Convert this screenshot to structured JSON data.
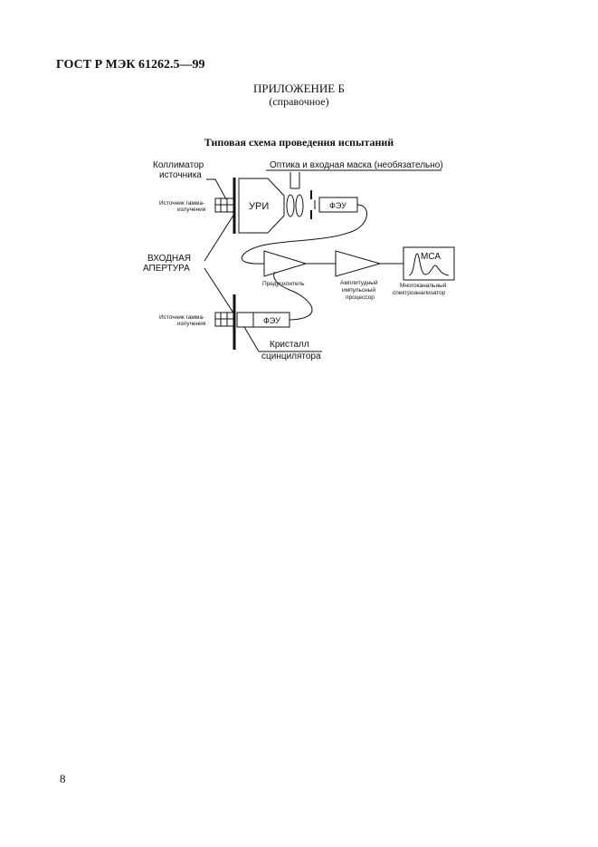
{
  "document": {
    "header": "ГОСТ Р МЭК 61262.5—99",
    "appendix_title": "ПРИЛОЖЕНИЕ Б",
    "appendix_subtitle": "(справочное)",
    "figure_title": "Типовая схема проведения испытаний",
    "page_number": "8"
  },
  "diagram": {
    "collimator_line1": "Коллиматор",
    "collimator_line2": "источника",
    "optics_label": "Оптика и входная маска (необязательно)",
    "source_top_line1": "Источник гамма-",
    "source_top_line2": "излучения",
    "uri": "УРИ",
    "pmt_top": "ФЭУ",
    "aperture_line1": "ВХОДНАЯ",
    "aperture_line2": "АПЕРТУРА",
    "mca": "МСА",
    "preamp": "Предусилитель",
    "amp_line1": "Амплитудный",
    "amp_line2": "импульсный",
    "amp_line3": "процессор",
    "mca_line1": "Многоканальный",
    "mca_line2": "спектроанализатор",
    "source_bottom_line1": "Источник гамма-",
    "source_bottom_line2": "излучения",
    "pmt_bottom": "ФЭУ",
    "crystal_line1": "Кристалл",
    "crystal_line2": "сцинцилятора"
  }
}
